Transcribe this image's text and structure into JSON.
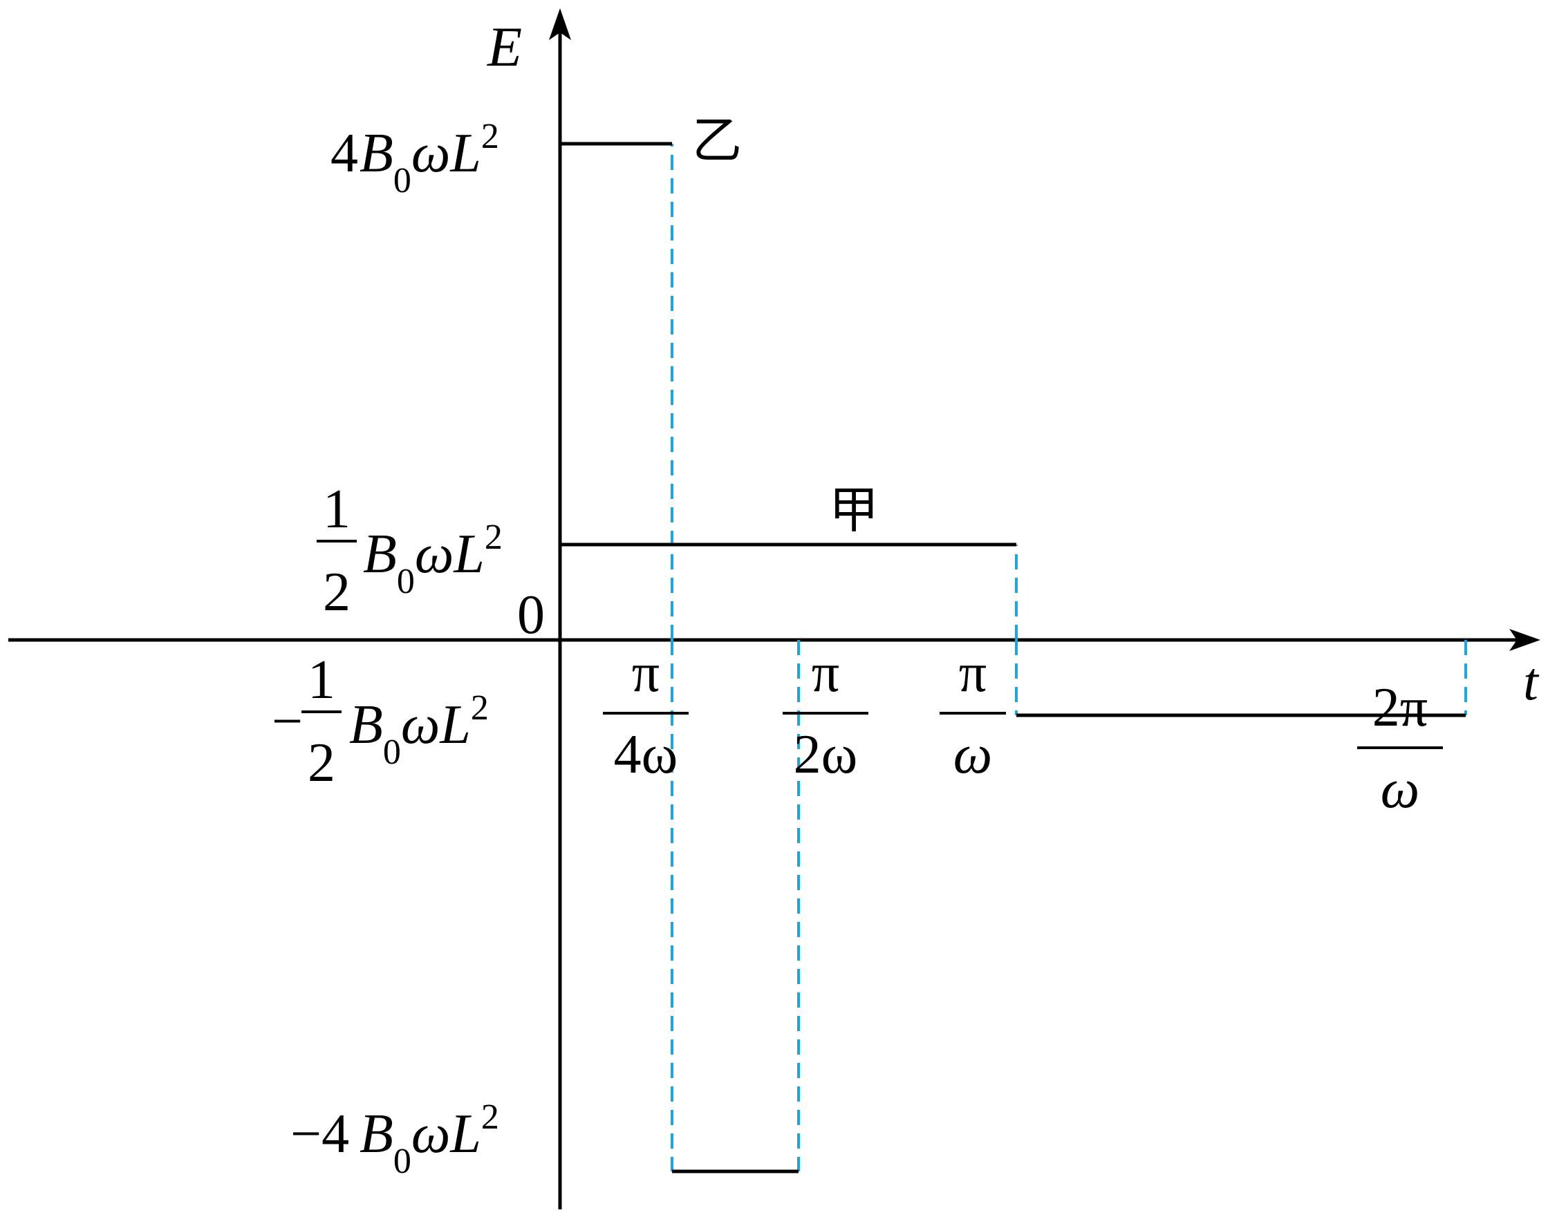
{
  "chart_data": {
    "type": "line",
    "xlabel": "t",
    "ylabel": "E",
    "origin_label": "0",
    "y_ticks": {
      "plus_four": {
        "value": 4,
        "coef": "4"
      },
      "plus_half": {
        "value": 0.5,
        "num": "1",
        "den": "2"
      },
      "minus_half": {
        "value": -0.5,
        "sign": "−",
        "num": "1",
        "den": "2"
      },
      "minus_four": {
        "value": -4,
        "coef": "−4"
      },
      "unit": {
        "b": "B",
        "sub": "0",
        "omega": "ω",
        "l": "L",
        "sup": "2"
      }
    },
    "x_ticks": [
      {
        "value": 0.25,
        "num": "π",
        "den": "4ω"
      },
      {
        "value": 0.5,
        "num": "π",
        "den": "2ω"
      },
      {
        "value": 1,
        "num": "π",
        "den": "ω"
      },
      {
        "value": 2,
        "num": "2π",
        "den": "ω"
      }
    ],
    "series": [
      {
        "name": "乙",
        "segments": [
          {
            "x": [
              0,
              0.25
            ],
            "y": 4
          },
          {
            "x": [
              0.25,
              0.5
            ],
            "y": -4
          }
        ]
      },
      {
        "name": "甲",
        "segments": [
          {
            "x": [
              0,
              1
            ],
            "y": 0.5
          },
          {
            "x": [
              1,
              2
            ],
            "y": -0.5
          }
        ]
      }
    ],
    "colors": {
      "curve": "#000000",
      "guide": "#1aa7e0"
    }
  }
}
